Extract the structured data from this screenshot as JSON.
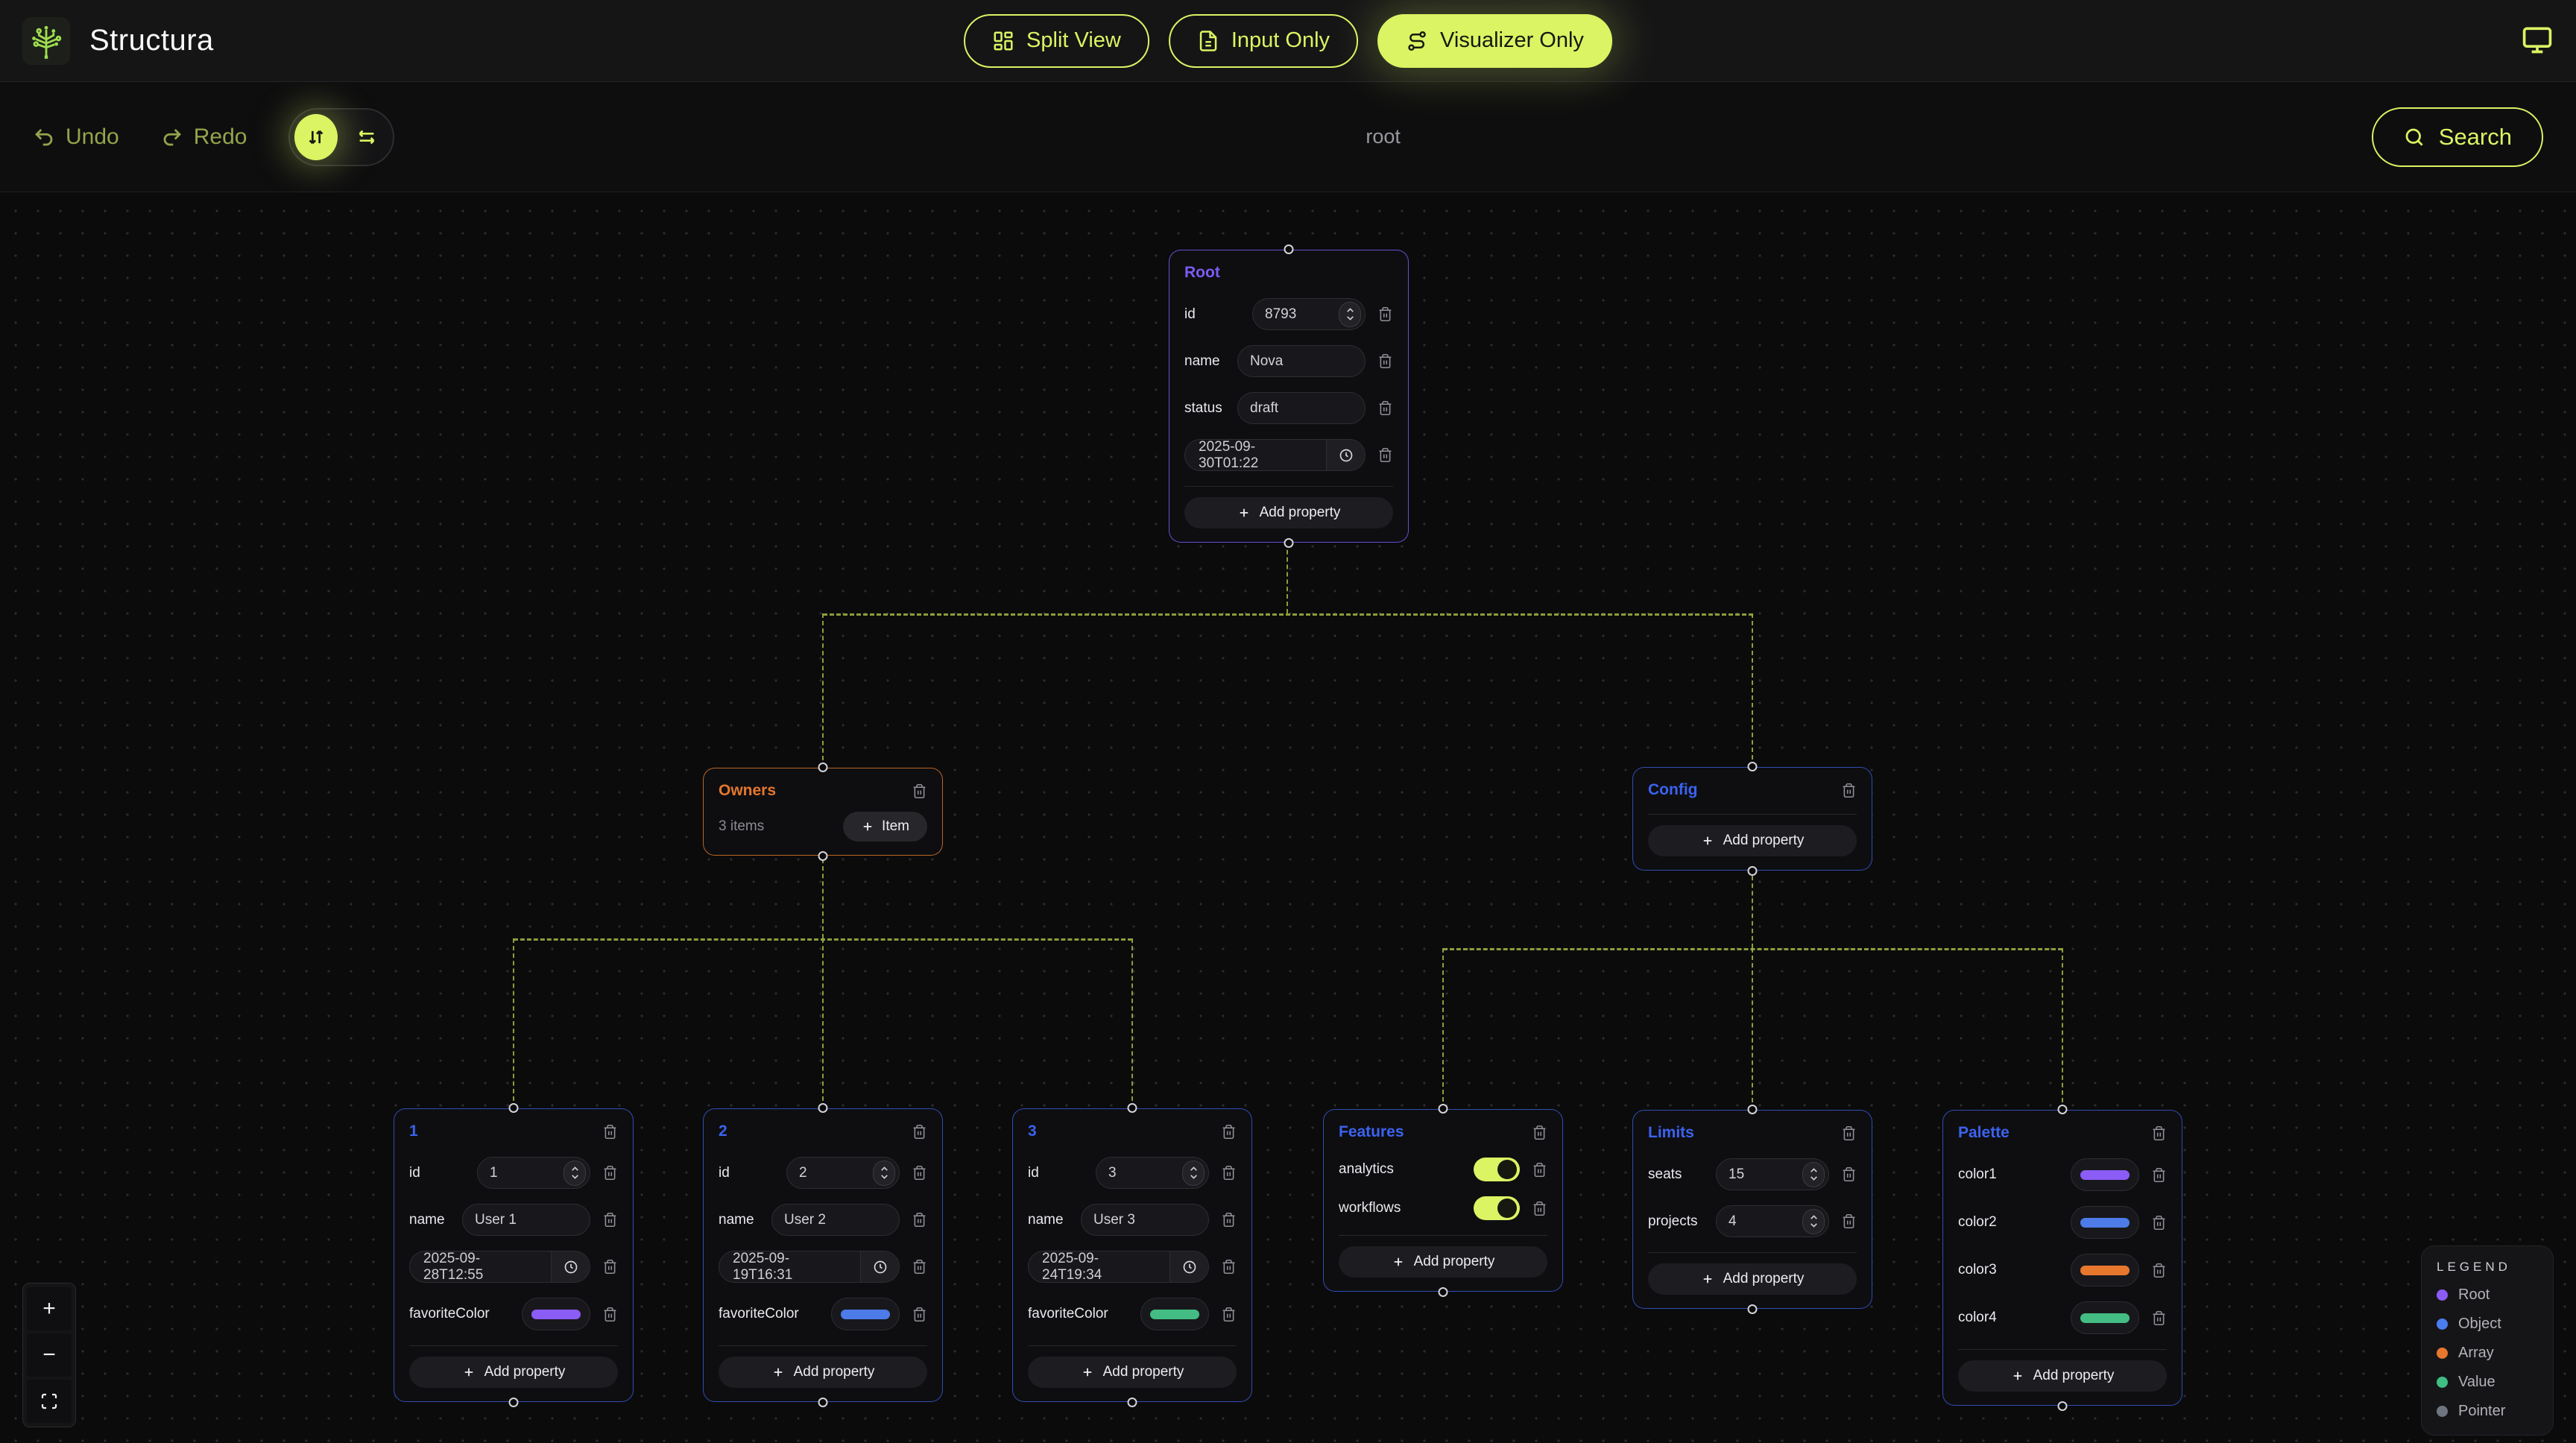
{
  "header": {
    "app_title": "Structura",
    "view_modes": {
      "split": {
        "label": "Split View",
        "active": false
      },
      "input": {
        "label": "Input Only",
        "active": false
      },
      "visualizer": {
        "label": "Visualizer Only",
        "active": true
      }
    }
  },
  "toolbar": {
    "undo_label": "Undo",
    "redo_label": "Redo",
    "breadcrumb": "root",
    "search_label": "Search"
  },
  "ui": {
    "add_property_label": "Add property",
    "add_item_label": "Item"
  },
  "nodes": {
    "root": {
      "title": "Root",
      "id": {
        "label": "id",
        "value": "8793"
      },
      "name": {
        "label": "name",
        "value": "Nova"
      },
      "status": {
        "label": "status",
        "value": "draft"
      },
      "datetime": {
        "value": "2025-09-30T01:22"
      }
    },
    "owners": {
      "title": "Owners",
      "items_text": "3 items"
    },
    "config": {
      "title": "Config"
    },
    "user1": {
      "title": "1",
      "id": {
        "label": "id",
        "value": "1"
      },
      "name": {
        "label": "name",
        "value": "User 1"
      },
      "datetime": {
        "value": "2025-09-28T12:55"
      },
      "color": {
        "label": "favoriteColor",
        "value": "#8b5cf6"
      }
    },
    "user2": {
      "title": "2",
      "id": {
        "label": "id",
        "value": "2"
      },
      "name": {
        "label": "name",
        "value": "User 2"
      },
      "datetime": {
        "value": "2025-09-19T16:31"
      },
      "color": {
        "label": "favoriteColor",
        "value": "#4d7ce8"
      }
    },
    "user3": {
      "title": "3",
      "id": {
        "label": "id",
        "value": "3"
      },
      "name": {
        "label": "name",
        "value": "User 3"
      },
      "datetime": {
        "value": "2025-09-24T19:34"
      },
      "color": {
        "label": "favoriteColor",
        "value": "#43bd83"
      }
    },
    "features": {
      "title": "Features",
      "analytics": {
        "label": "analytics",
        "value": true
      },
      "workflows": {
        "label": "workflows",
        "value": true
      }
    },
    "limits": {
      "title": "Limits",
      "seats": {
        "label": "seats",
        "value": "15"
      },
      "projects": {
        "label": "projects",
        "value": "4"
      }
    },
    "palette": {
      "title": "Palette",
      "color1": {
        "label": "color1",
        "value": "#8b5cf6"
      },
      "color2": {
        "label": "color2",
        "value": "#4d7ce8"
      },
      "color3": {
        "label": "color3",
        "value": "#e8772e"
      },
      "color4": {
        "label": "color4",
        "value": "#43bd83"
      }
    }
  },
  "legend": {
    "title": "LEGEND",
    "items": [
      {
        "label": "Root",
        "color": "#8b5cf6"
      },
      {
        "label": "Object",
        "color": "#4a7df0"
      },
      {
        "label": "Array",
        "color": "#e8772e"
      },
      {
        "label": "Value",
        "color": "#3fbd83"
      },
      {
        "label": "Pointer",
        "color": "#6f7580"
      }
    ]
  },
  "zoom_controls": {
    "zoom_in": "+",
    "zoom_out": "−"
  },
  "colors": {
    "accent": "#daf463",
    "connection": "#99ae40",
    "root_purple": "#7c5cf0",
    "object_blue": "#3b63f0",
    "array_orange": "#e5762d",
    "value_green": "#3fbd83",
    "pointer_gray": "#6f7580"
  }
}
